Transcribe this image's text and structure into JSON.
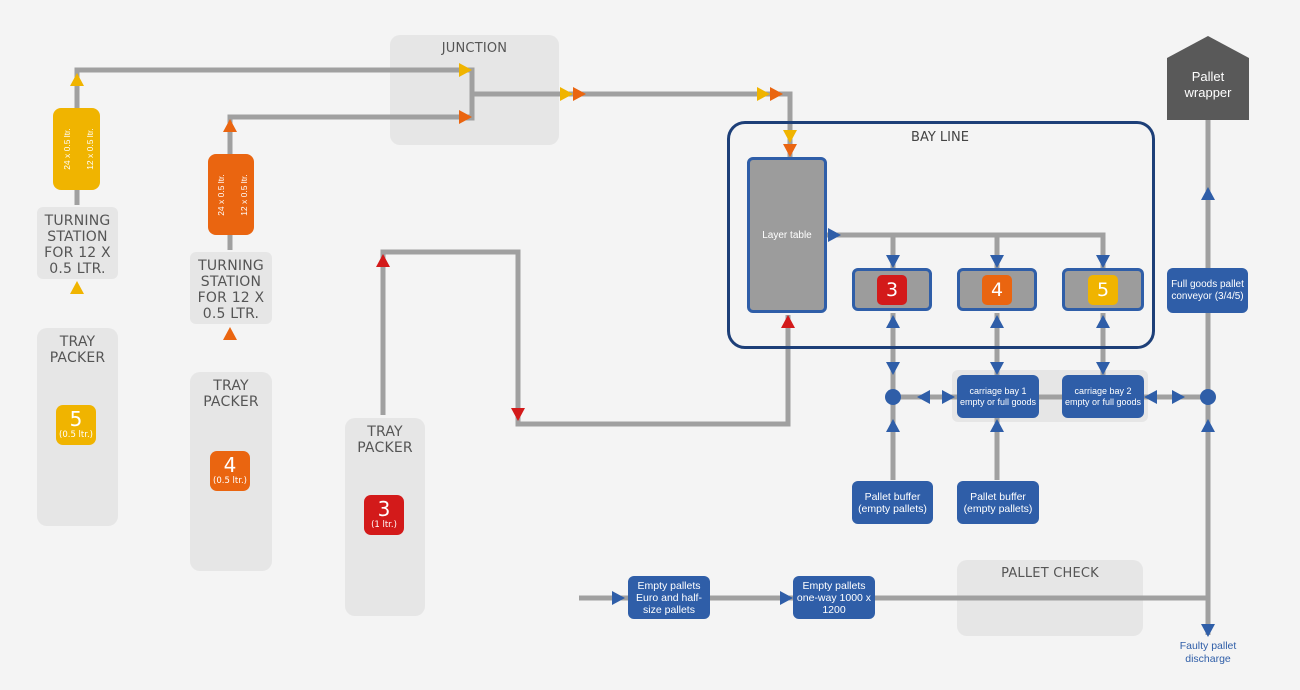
{
  "colors": {
    "yellow": "#f0b400",
    "orange": "#ea6510",
    "red": "#d31a1a",
    "blue": "#2f5ea8",
    "line": "#a0a0a0",
    "zone": "#e6e6e6",
    "dark": "#595959"
  },
  "junction": {
    "label": "JUNCTION"
  },
  "bay_line": {
    "label": "BAY LINE",
    "layer_table": "Layer table",
    "bays": [
      "3",
      "4",
      "5"
    ]
  },
  "pallet_wrapper": {
    "label": "Pallet wrapper"
  },
  "pallet_check": {
    "label": "PALLET CHECK"
  },
  "lines": [
    {
      "packer_label": "TRAY PACKER",
      "number": "5",
      "volume": "(0.5 ltr.)",
      "turning_label": "TURNING STATION FOR 12 X 0.5 LTR.",
      "pack_a": "24 x 0.5 ltr.",
      "pack_b": "12 x 0.5 ltr."
    },
    {
      "packer_label": "TRAY PACKER",
      "number": "4",
      "volume": "(0.5 ltr.)",
      "turning_label": "TURNING STATION FOR 12 X 0.5 LTR.",
      "pack_a": "24 x 0.5 ltr.",
      "pack_b": "12 x 0.5 ltr."
    },
    {
      "packer_label": "TRAY PACKER",
      "number": "3",
      "volume": "(1 ltr.)"
    }
  ],
  "full_goods_conveyor": "Full goods pallet conveyor (3/4/5)",
  "carriage_bay1": "carriage bay 1 empty or full goods",
  "carriage_bay2": "carriage bay 2 empty or full goods",
  "pallet_buffer_1": "Pallet buffer (empty pallets)",
  "pallet_buffer_2": "Pallet buffer (empty pallets)",
  "empty_pallets_euro": "Empty pallets Euro and half-size pallets",
  "empty_pallets_oneway": "Empty pallets one-way 1000 x 1200",
  "faulty_discharge": "Faulty pallet discharge"
}
